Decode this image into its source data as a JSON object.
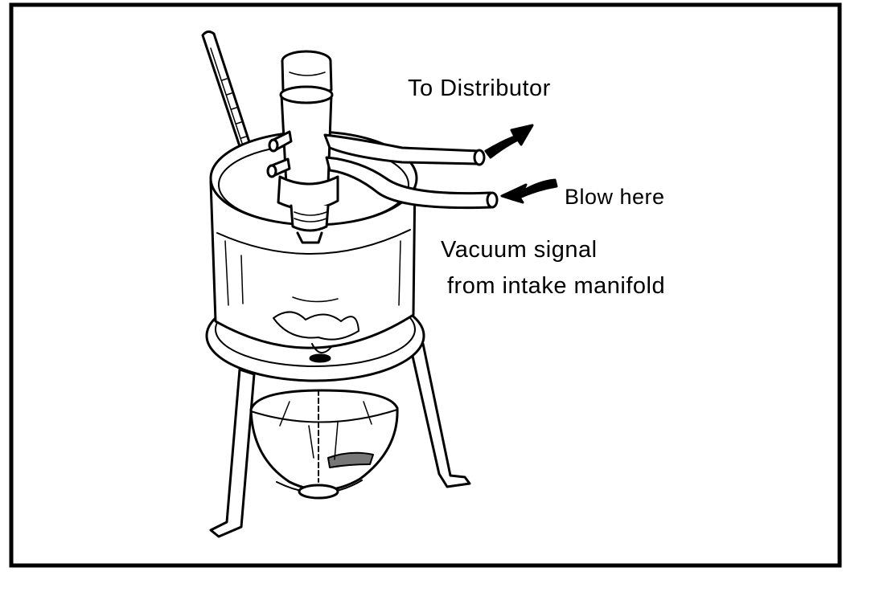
{
  "labels": {
    "to_distributor": "To Distributor",
    "blow_here": "Blow here",
    "vacuum_line1": "Vacuum signal",
    "vacuum_line2": "from intake manifold"
  },
  "colors": {
    "ink": "#000000",
    "paper": "#ffffff"
  }
}
